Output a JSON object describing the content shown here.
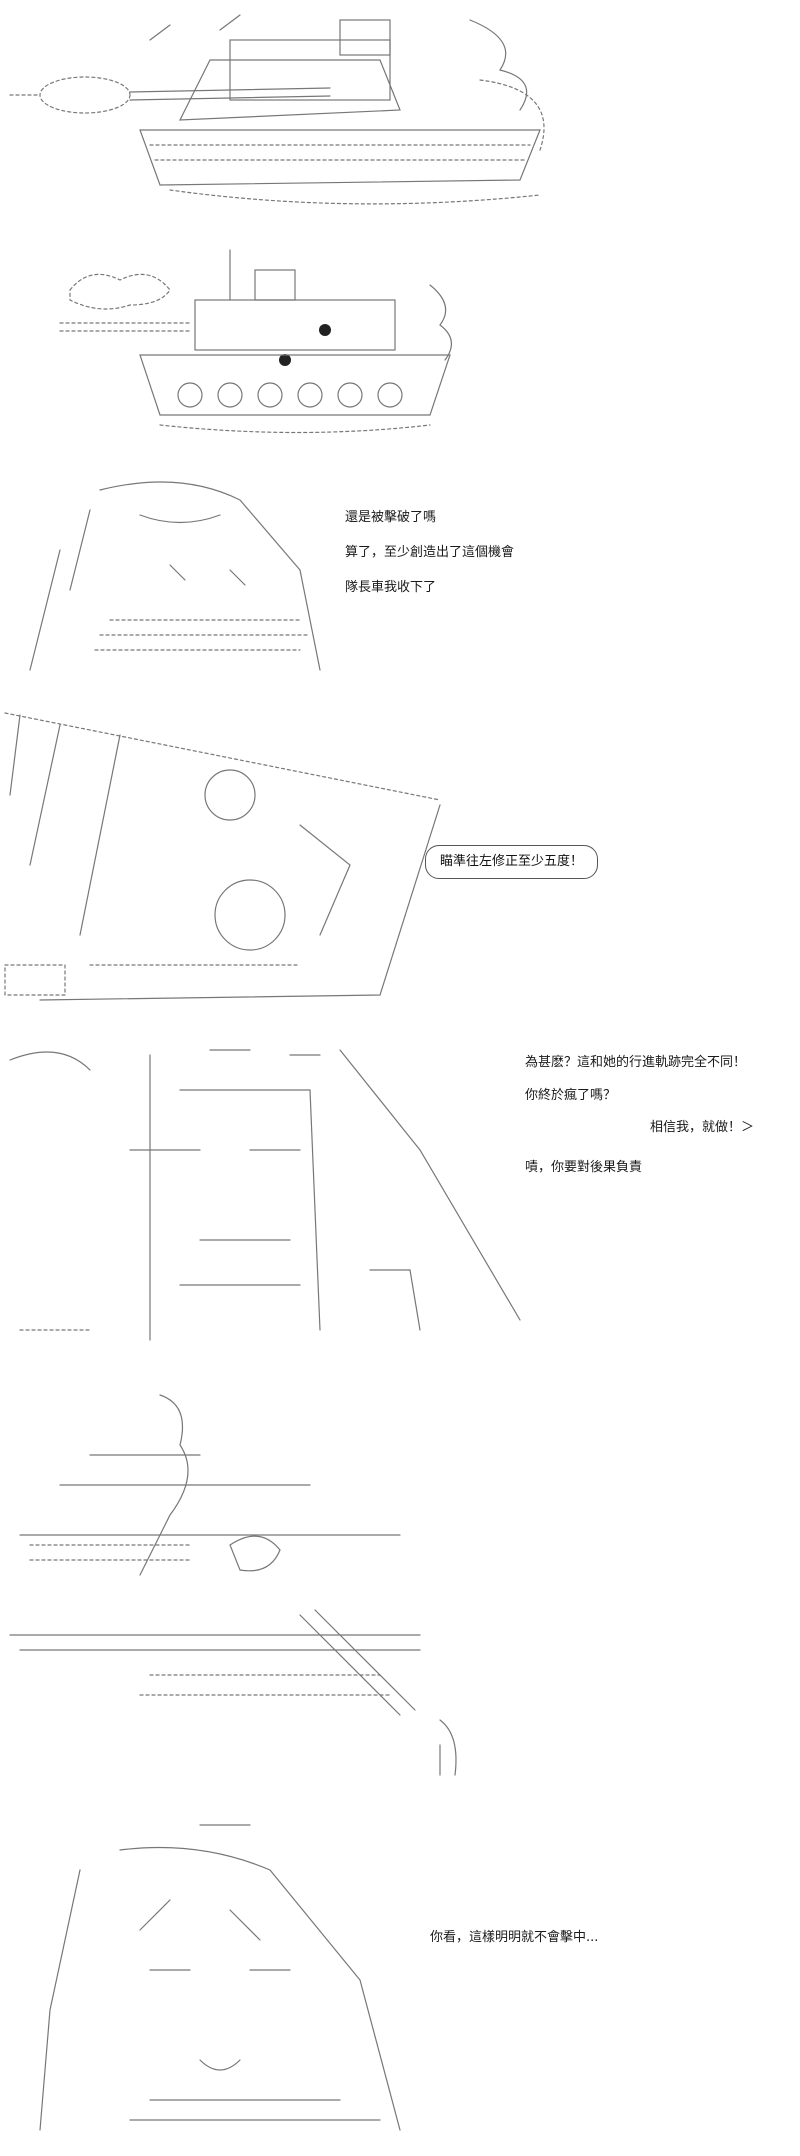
{
  "panel3": {
    "lines": [
      "還是被擊破了嗎",
      "算了，至少創造出了這個機會",
      "隊長車我收下了"
    ]
  },
  "panel4": {
    "bubble": "瞄準往左修正至少五度！"
  },
  "panel5": {
    "lines": [
      "為甚麽？這和她的行進軌跡完全不同！",
      "你終於瘋了嗎？",
      "相信我，就做！＞",
      "嘖，你要對後果負責"
    ]
  },
  "panel7": {
    "line": "你看，這樣明明就不會擊中..."
  }
}
